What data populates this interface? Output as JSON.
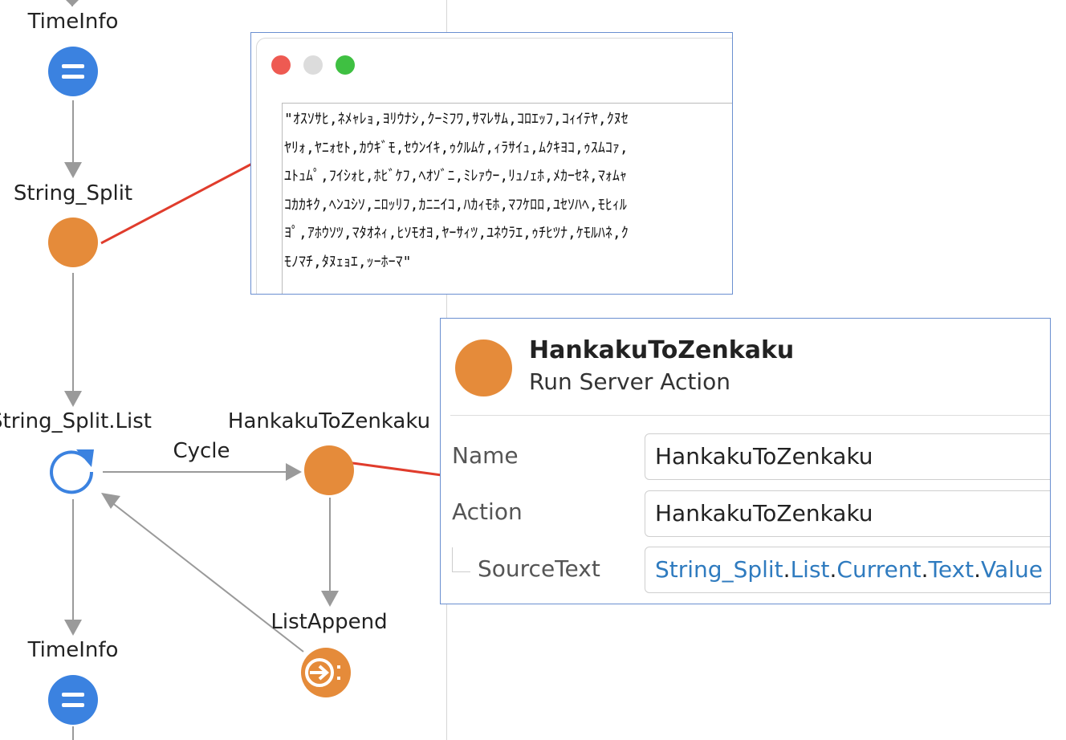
{
  "flow": {
    "nodes": [
      {
        "id": "timeinfo-top",
        "label": "TimeInfo",
        "kind": "assign"
      },
      {
        "id": "string-split",
        "label": "String_Split",
        "kind": "server-action"
      },
      {
        "id": "foreach",
        "label": "String_Split.List",
        "kind": "foreach"
      },
      {
        "id": "hankaku",
        "label": "HankakuToZenkaku",
        "kind": "server-action"
      },
      {
        "id": "listappend",
        "label": "ListAppend",
        "kind": "list-append"
      },
      {
        "id": "timeinfo-bottom",
        "label": "TimeInfo",
        "kind": "assign"
      }
    ],
    "edges": [
      {
        "from": "timeinfo-top",
        "to": "string-split",
        "label": ""
      },
      {
        "from": "string-split",
        "to": "foreach",
        "label": ""
      },
      {
        "from": "foreach",
        "to": "hankaku",
        "label": "Cycle"
      },
      {
        "from": "hankaku",
        "to": "listappend",
        "label": ""
      },
      {
        "from": "listappend",
        "to": "foreach",
        "label": ""
      },
      {
        "from": "foreach",
        "to": "timeinfo-bottom",
        "label": ""
      }
    ],
    "colors": {
      "assign": "#3b82e0",
      "action": "#e58b3a",
      "edge": "#9a9a9a",
      "callout": "#e03c2c"
    }
  },
  "popup": {
    "lines": [
      "\"ｵｽｿｻﾋ,ﾈﾒｬﾚｮ,ﾖﾘｳﾅｼ,ｸｰﾐﾌﾜ,ｻﾏﾚｻﾑ,ｺﾛｴｯﾌ,ｺｨｲﾃﾔ,ｸﾇｾ",
      "ﾔﾘｫ,ﾔﾆｫｾﾄ,ｶｳｷﾞﾓ,ｾｳﾝｲｷ,ｩｸﾙﾑｹ,ｨﾗｻｲｭ,ﾑｸｷﾖｺ,ｩｽﾑｺｧ,",
      "ﾕﾄｭﾑﾟ,ﾌｲｼｫﾋ,ﾎﾋﾞｹﾌ,ﾍｵｿﾞﾆ,ﾐﾚｧｳｰ,ﾘｭﾉｪﾎ,ﾒｶｰｾﾈ,ﾏｫﾑｬ",
      "ｺｶｶｷｸ,ﾍﾝﾕｼｿ,ﾆﾛｯﾘﾌ,ｶﾆﾆｲｺ,ﾊｶｨﾓﾎ,ﾏﾌｹﾛﾛ,ﾕｾｿﾊﾍ,ﾓﾋｨﾙ",
      "ﾖﾟ,ｱﾎｳｿﾂ,ﾏﾀｵﾈｨ,ﾋｿﾓｵﾖ,ﾔｰｻｨﾂ,ﾕﾈｳﾗｴ,ｩﾁﾋﾂﾅ,ｹﾓﾙﾊﾈ,ｸ",
      "ﾓﾉﾏﾁ,ﾀﾇｪｮｴ,ｯｰﾎｰﾏ\""
    ]
  },
  "panel": {
    "title": "HankakuToZenkaku",
    "subtitle": "Run Server Action",
    "name_label": "Name",
    "name_value": "HankakuToZenkaku",
    "action_label": "Action",
    "action_value": "HankakuToZenkaku",
    "source_label": "SourceText",
    "source_expr": [
      "String_Split",
      "List",
      "Current",
      "Text",
      "Value"
    ]
  }
}
